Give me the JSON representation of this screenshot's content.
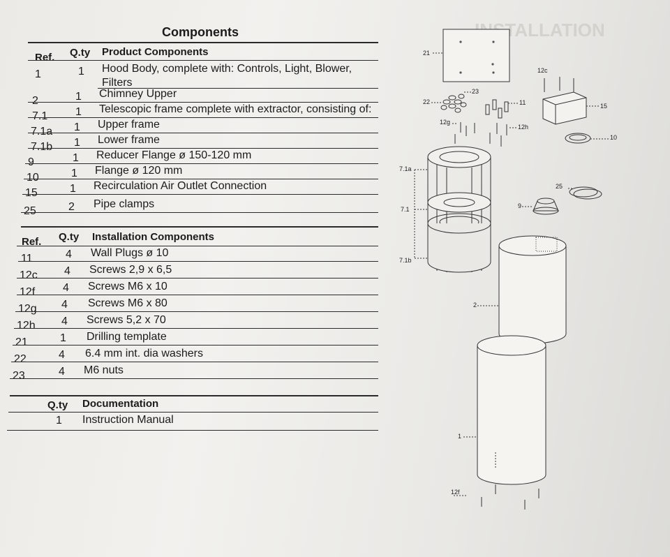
{
  "title": "Components",
  "product": {
    "headers": {
      "ref": "Ref.",
      "qty": "Q.ty",
      "desc": "Product Components"
    },
    "rows": [
      {
        "ref": "1",
        "qty": "1",
        "desc": "Hood Body, complete with: Controls, Light, Blower,",
        "desc2": "Filters"
      },
      {
        "ref": "2",
        "qty": "1",
        "desc": "Chimney Upper"
      },
      {
        "ref": "7.1",
        "qty": "1",
        "desc": "Telescopic frame complete with extractor, consisting of:"
      },
      {
        "ref": "7.1a",
        "qty": "1",
        "desc": "Upper frame"
      },
      {
        "ref": "7.1b",
        "qty": "1",
        "desc": "Lower frame"
      },
      {
        "ref": "9",
        "qty": "1",
        "desc": "Reducer Flange ø 150-120 mm"
      },
      {
        "ref": "10",
        "qty": "1",
        "desc": "Flange ø 120 mm"
      },
      {
        "ref": "15",
        "qty": "1",
        "desc": "Recirculation Air Outlet Connection"
      },
      {
        "ref": "25",
        "qty": "2",
        "desc": "Pipe clamps"
      }
    ]
  },
  "installation": {
    "headers": {
      "ref": "Ref.",
      "qty": "Q.ty",
      "desc": "Installation Components"
    },
    "rows": [
      {
        "ref": "11",
        "qty": "4",
        "desc": "Wall Plugs ø 10"
      },
      {
        "ref": "12c",
        "qty": "4",
        "desc": "Screws 2,9 x 6,5"
      },
      {
        "ref": "12f",
        "qty": "4",
        "desc": "Screws M6 x 10"
      },
      {
        "ref": "12g",
        "qty": "4",
        "desc": "Screws M6 x 80"
      },
      {
        "ref": "12h",
        "qty": "4",
        "desc": "Screws 5,2 x 70"
      },
      {
        "ref": "21",
        "qty": "1",
        "desc": "Drilling template"
      },
      {
        "ref": "22",
        "qty": "4",
        "desc": "6.4 mm int. dia washers"
      },
      {
        "ref": "23",
        "qty": "4",
        "desc": "M6 nuts"
      }
    ]
  },
  "documentation": {
    "headers": {
      "qty": "Q.ty",
      "desc": "Documentation"
    },
    "rows": [
      {
        "qty": "1",
        "desc": "Instruction Manual"
      }
    ]
  },
  "diagram_labels": {
    "l21": "21",
    "l22": "22",
    "l23": "23",
    "l11": "11",
    "l12c": "12c",
    "l15": "15",
    "l12g": "12g",
    "l12h": "12h",
    "l10": "10",
    "l71a": "7.1a",
    "l71": "7.1",
    "l71b": "7.1b",
    "l25": "25",
    "l9": "9",
    "l2": "2",
    "l1": "1",
    "l12f": "12f"
  },
  "ghost_text": {
    "heading": "INSTALLATION"
  }
}
